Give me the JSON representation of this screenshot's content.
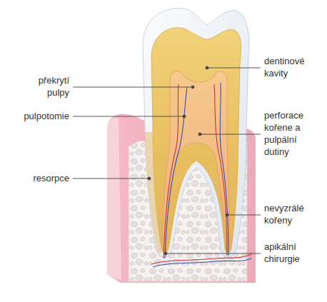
{
  "diagram": {
    "labels": [
      "dentinové kavity",
      "překrytí pulpy",
      "pulpotomie",
      "perforace kořene a pulpální dutiny",
      "resorpce",
      "nevyzrálé kořeny",
      "apikální chirurgie"
    ]
  }
}
